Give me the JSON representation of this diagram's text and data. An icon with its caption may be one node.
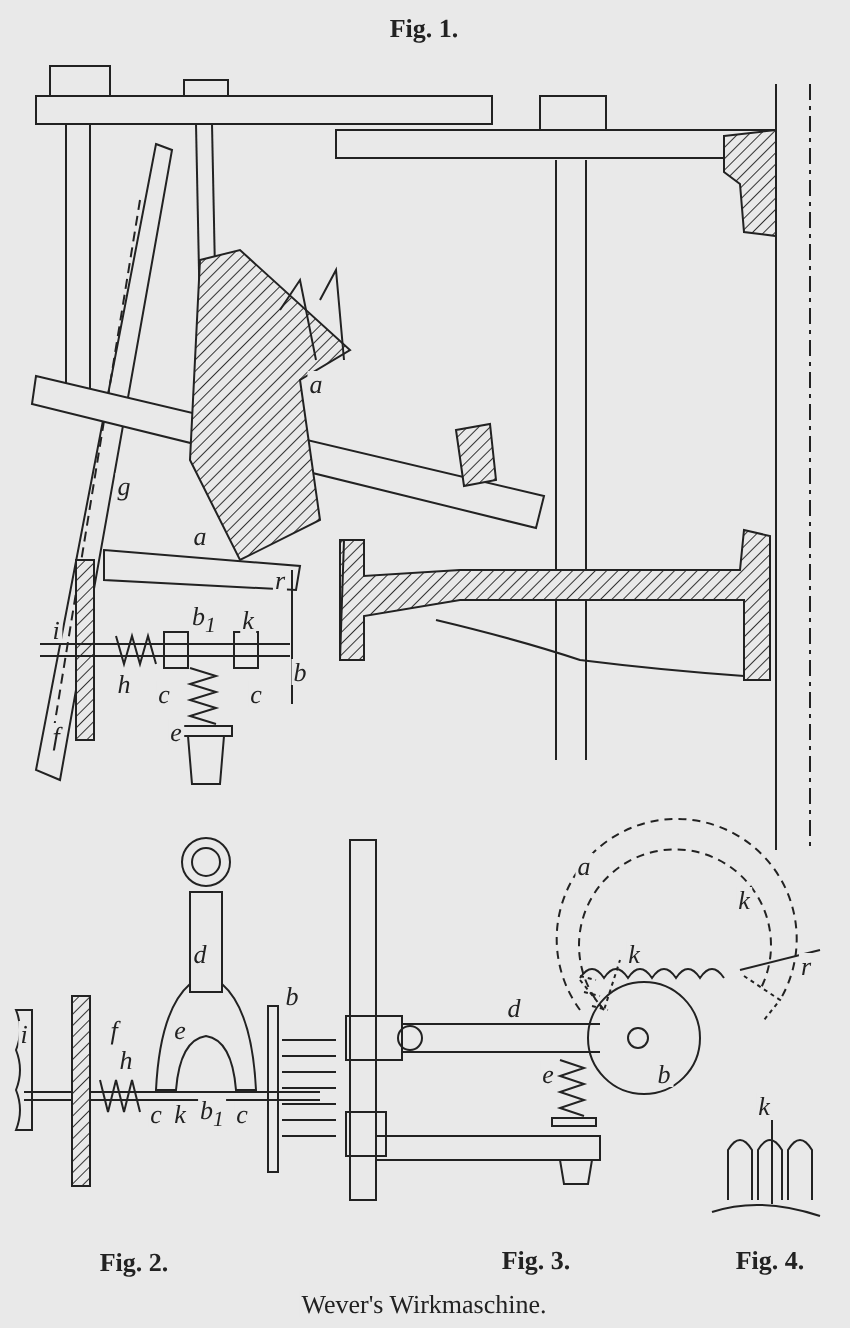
{
  "diagram": {
    "caption": "Wever's Wirkmaschine.",
    "labels": [
      "Fig. 1.",
      "a",
      "g",
      "a",
      "r",
      "i",
      "b$_{1}$",
      "k",
      "h",
      "c",
      "c",
      "b",
      "e",
      "f",
      "a",
      "k",
      "k",
      "r",
      "d",
      "b",
      "i",
      "f",
      "e",
      "h",
      "c",
      "k",
      "b$_{1}$",
      "c",
      "d",
      "e",
      "b",
      "k",
      "Fig. 2.",
      "Fig. 3.",
      "Fig. 4."
    ]
  }
}
